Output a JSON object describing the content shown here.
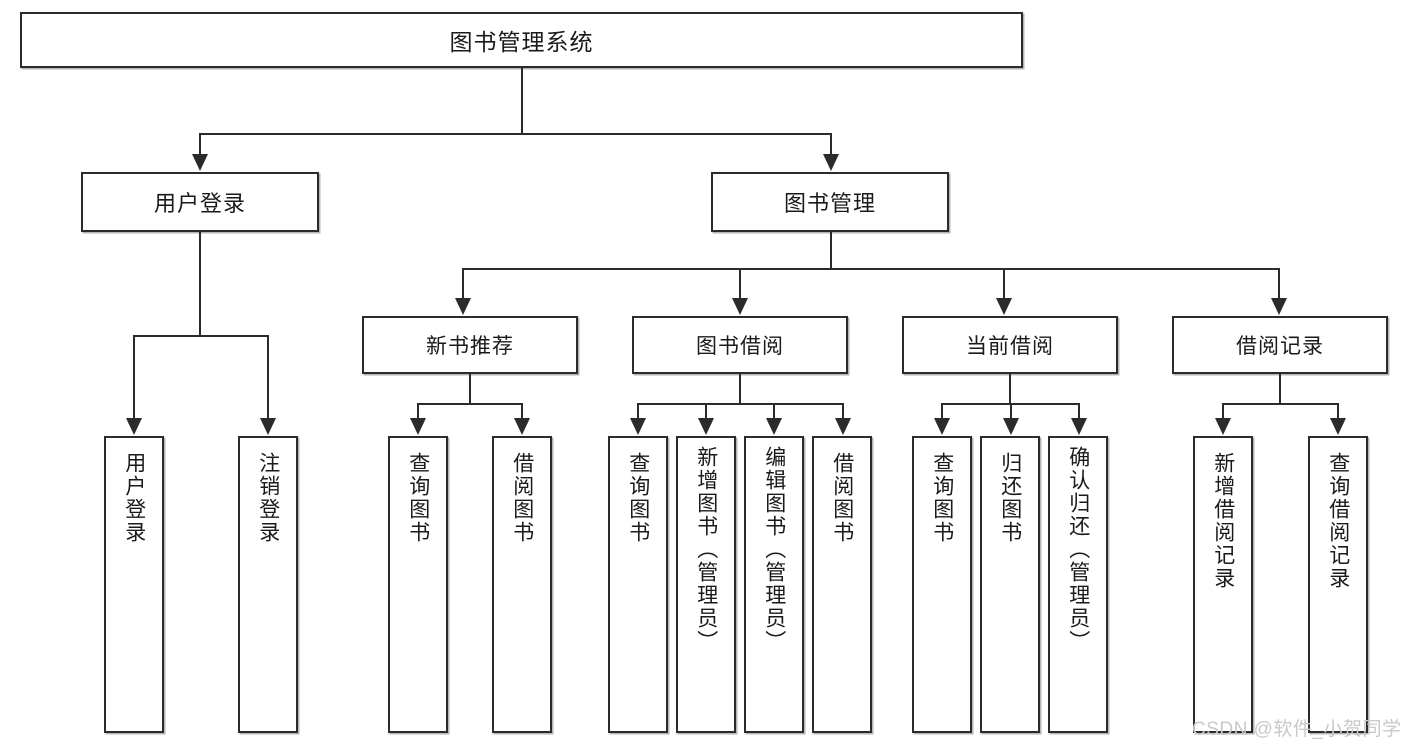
{
  "diagram": {
    "title": "图书管理系统",
    "root": {
      "label": "图书管理系统"
    },
    "level2": [
      {
        "label": "用户登录"
      },
      {
        "label": "图书管理"
      }
    ],
    "level3": [
      {
        "label": "新书推荐"
      },
      {
        "label": "图书借阅"
      },
      {
        "label": "当前借阅"
      },
      {
        "label": "借阅记录"
      }
    ],
    "leaves": {
      "user_login": [
        {
          "label": "用户登录"
        },
        {
          "label": "注销登录"
        }
      ],
      "new_book_recommend": [
        {
          "label": "查询图书"
        },
        {
          "label": "借阅图书"
        }
      ],
      "book_borrow": [
        {
          "label": "查询图书"
        },
        {
          "label": "新增图书（管理员）"
        },
        {
          "label": "编辑图书（管理员）"
        },
        {
          "label": "借阅图书"
        }
      ],
      "current_borrow": [
        {
          "label": "查询图书"
        },
        {
          "label": "归还图书"
        },
        {
          "label": "确认归还（管理员）"
        }
      ],
      "borrow_record": [
        {
          "label": "新增借阅记录"
        },
        {
          "label": "查询借阅记录"
        }
      ]
    }
  },
  "watermark": {
    "text": "CSDN @软件_小贺同学"
  },
  "colors": {
    "stroke": "#2b2b2b",
    "fill": "#ffffff",
    "text": "#1a1a1a",
    "watermark": "#c9c9c9"
  }
}
